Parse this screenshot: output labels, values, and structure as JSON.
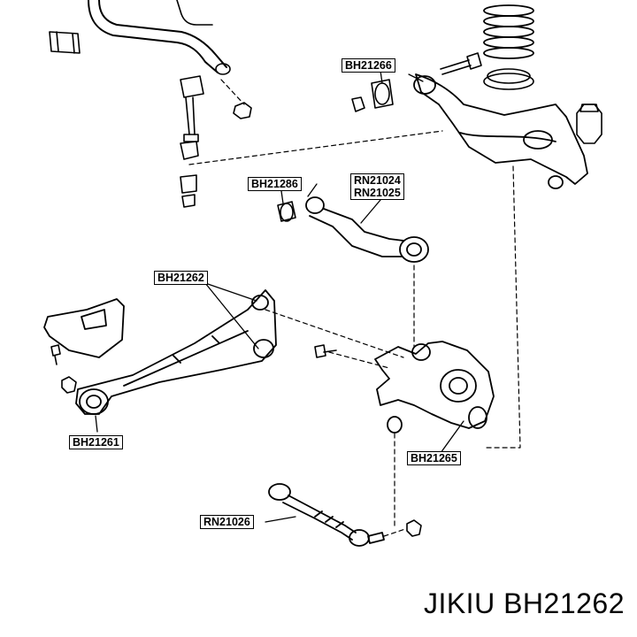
{
  "diagram": {
    "labels": {
      "upper_arm_bushing": "BH21266",
      "toe_link_bushing": "BH21286",
      "upper_arm_left": "RN21024",
      "upper_arm_right": "RN21025",
      "trailing_arm_bushing": "BH21262",
      "front_bushing": "BH21261",
      "knuckle_bushing": "BH21265",
      "lower_link": "RN21026"
    }
  },
  "caption": {
    "brand": "JIKIU",
    "part_number": "BH21262"
  }
}
